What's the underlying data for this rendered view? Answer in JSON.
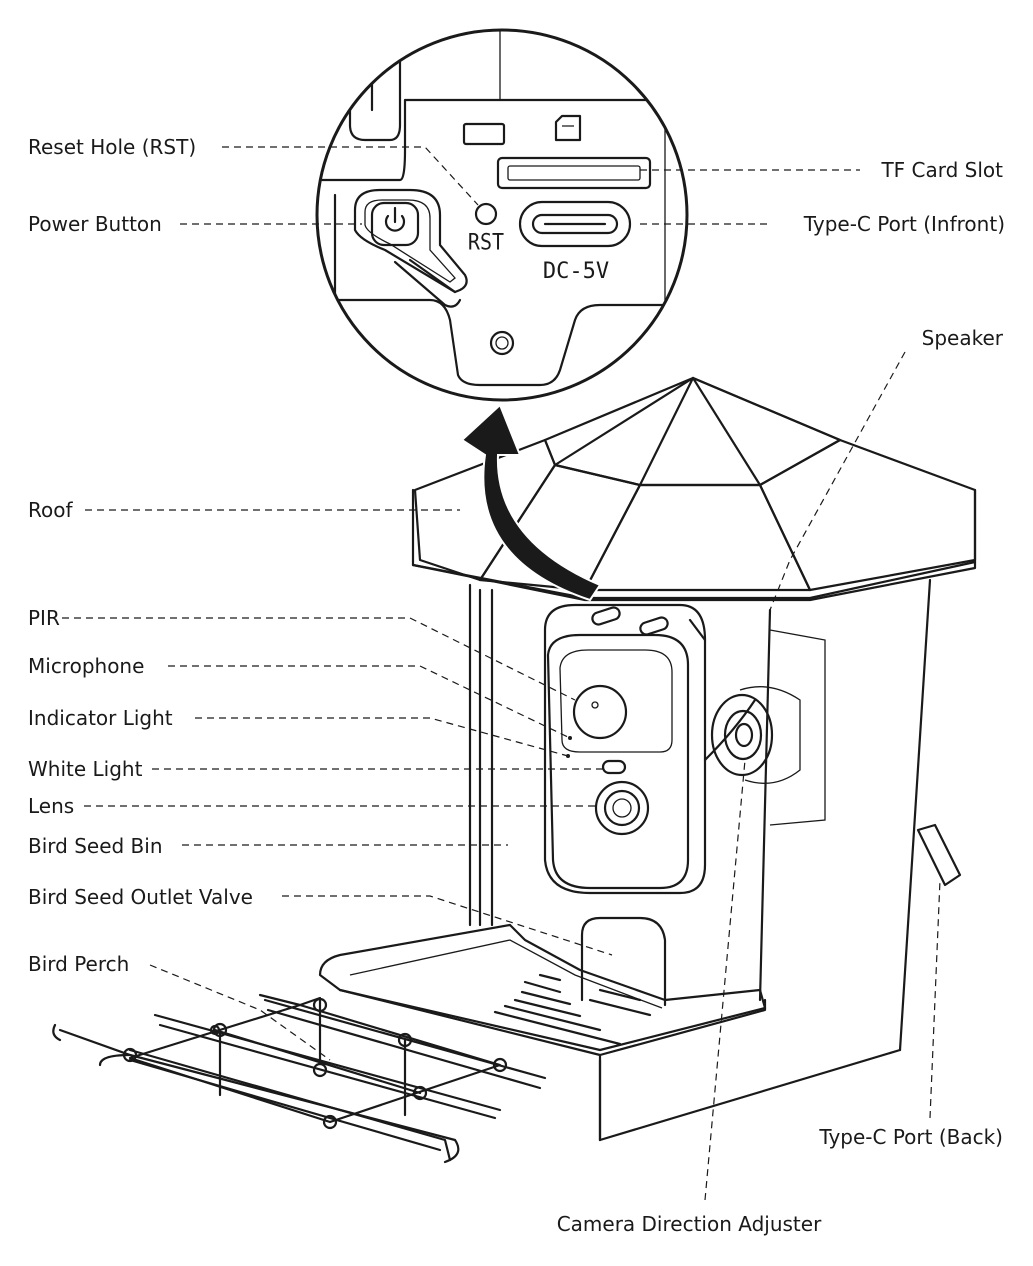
{
  "labels": {
    "reset_hole": "Reset Hole (RST)",
    "power_button": "Power Button",
    "tf_card_slot": "TF Card Slot",
    "type_c_front": "Type-C Port (Infront)",
    "speaker": "Speaker",
    "roof": "Roof",
    "pir": "PIR",
    "microphone": "Microphone",
    "indicator_light": "Indicator Light",
    "white_light": "White Light",
    "lens": "Lens",
    "bird_seed_bin": "Bird Seed Bin",
    "bird_seed_outlet_valve": "Bird Seed Outlet Valve",
    "bird_perch": "Bird Perch",
    "type_c_back": "Type-C Port (Back)",
    "camera_direction_adjuster": "Camera Direction Adjuster"
  },
  "device_markings": {
    "rst": "RST",
    "dc_5v": "DC-5V"
  },
  "icons": [
    "power-icon",
    "sd-card-icon",
    "usb-port-icon",
    "up-arrow-icon"
  ],
  "colors": {
    "ink": "#1a1a1a",
    "background": "#ffffff"
  }
}
